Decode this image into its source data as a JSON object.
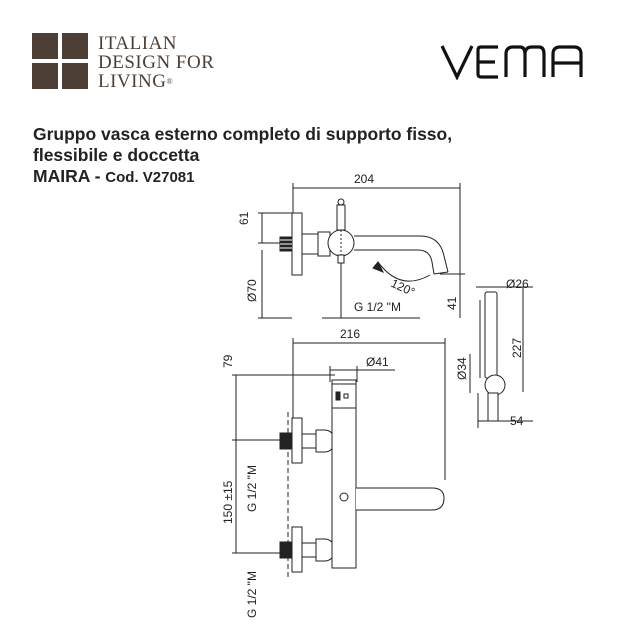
{
  "brand": {
    "line1": "ITALIAN",
    "line2": "DESIGN FOR",
    "line3": "LIVING",
    "registered": "®",
    "logo_color": "#4e3f36",
    "vema_logo_text": "VEMA"
  },
  "title": {
    "line1": "Gruppo vasca esterno completo di supporto fisso,",
    "line2": "flessibile e doccetta",
    "model": "MAIRA -",
    "code": "Cod. V27081"
  },
  "dimensions": {
    "top_width": "204",
    "top_height": "61",
    "rosette_diameter": "Ø70",
    "rotation": "120°",
    "thread_top": "G 1/2 \"M",
    "spout_drop": "41",
    "shower_diameter": "Ø26",
    "shower_length": "227",
    "holder_diameter": "Ø34",
    "holder_depth": "54",
    "front_width": "216",
    "front_top": "79",
    "body_diameter": "Ø41",
    "center_distance": "150 ±15",
    "thread_left_upper": "G 1/2 \"M",
    "thread_left_lower": "G 1/2 \"M"
  }
}
